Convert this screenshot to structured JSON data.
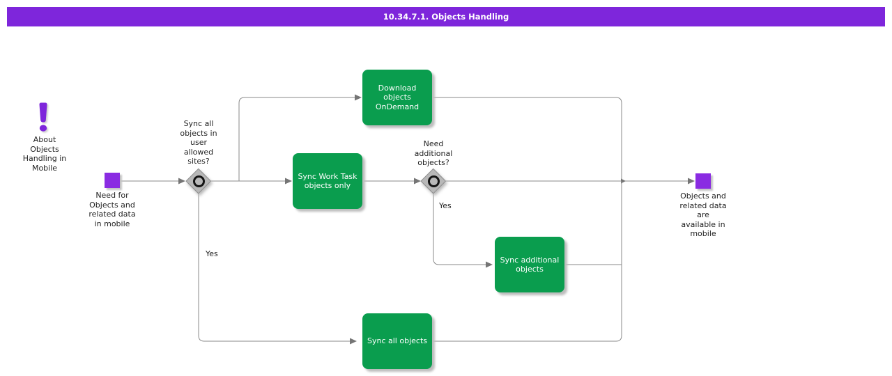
{
  "title": "10.34.7.1. Objects Handling",
  "colors": {
    "banner": "#7E26DB",
    "node": "#8A2BE2",
    "green": "#0A9D4E",
    "line": "#8A8A8A",
    "arrow": "#757575",
    "text": "#1F1F1F"
  },
  "annotation": {
    "label": "About\nObjects\nHandling in\nMobile"
  },
  "start": {
    "label": "Need for\nObjects and\nrelated data\nin mobile"
  },
  "end": {
    "label": "Objects and\nrelated data\nare\navailable in\nmobile"
  },
  "decisions": {
    "d1": {
      "question": "Sync all\nobjects in\nuser\nallowed\nsites?",
      "yes_label": "Yes"
    },
    "d2": {
      "question": "Need\nadditional\nobjects?",
      "yes_label": "Yes"
    }
  },
  "tasks": {
    "download": "Download\nobjects\nOnDemand",
    "worktask": "Sync Work Task\nobjects only",
    "additional": "Sync additional\nobjects",
    "sync_all": "Sync all objects"
  }
}
